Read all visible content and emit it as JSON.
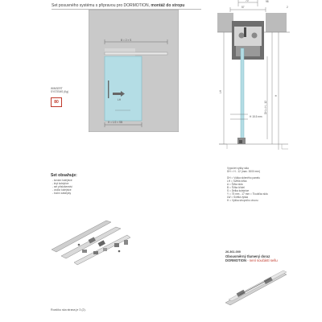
{
  "header": {
    "title_regular": "Set posuvného systému s připravou pro DORMOTION, ",
    "title_bold": "montáž do stropu"
  },
  "brand": {
    "name_line1": "WINSERT",
    "name_line2": "SYSTEMS (Kg)",
    "load_value": "80"
  },
  "elevation": {
    "dim_top": "B = 2 × S",
    "dim_bottom": "H = 1/2 × SB",
    "panel_letter": "LH"
  },
  "section": {
    "dim_a": "70",
    "dim_b": "98",
    "dim_c": "57",
    "dim_d": "2",
    "dim_side_1": "LH",
    "dim_side_2": "DH = H - 12",
    "dim_side_3": "H",
    "dim_rail": "H 15.5 mm"
  },
  "legend": {
    "lines": [
      "Výpočet výšky skla",
      "DH = H - 12 (max. 3000 mm)",
      "",
      "DH = Výška skleněho panelu",
      "LH = Světlá šířka",
      "A = Šířka skla",
      "B = Šířka křídel",
      "S = Délka kolejnice",
      "Y = 75 mm - 17 mm = Tloušťka skla",
      "LW = Světlá výška",
      "H = Výška stropního otvoru"
    ]
  },
  "set_contents": {
    "heading": "Set obsahuje:",
    "items": [
      "- kování kolejnice",
      "- kryt kolejnice",
      "- set příslušenství",
      "- vodicí kolejnice",
      "- boční záslepky"
    ]
  },
  "product_note": {
    "code": "26.361.000",
    "line1": "Obousměrný tlumený doraz",
    "line2_brand": "DORMOTION",
    "line2_rest": " - není součástí sešu"
  },
  "footer": {
    "note": "Rozšíku ska strana je 3 (2)."
  }
}
